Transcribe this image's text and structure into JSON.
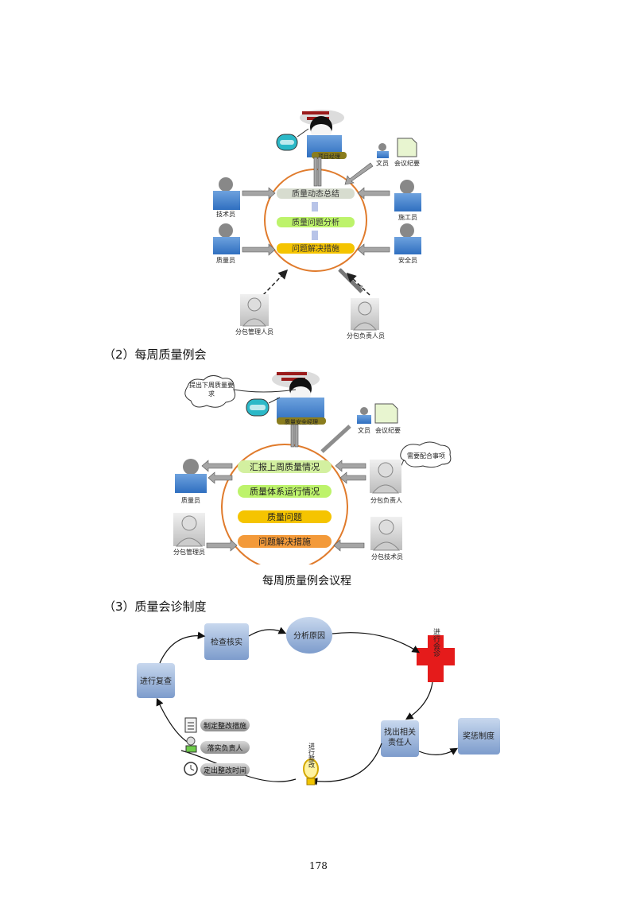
{
  "diagram1": {
    "top_role": "项目经理",
    "agenda": [
      "质量动态总结",
      "质量问题分析",
      "问题解决措施"
    ],
    "roles": {
      "tech": "技术员",
      "quality": "质量员",
      "construction": "施工员",
      "safety": "安全员",
      "clerk": "文员",
      "minutes": "会议纪要",
      "sub_manager": "分包管理人员",
      "sub_responsible": "分包负责人员"
    }
  },
  "section2": {
    "heading": "（2）每周质量例会"
  },
  "diagram2": {
    "top_role": "质量安全经理",
    "bubble_left": "提出下周质量要求",
    "bubble_right": "需要配合事项",
    "agenda": [
      "汇报上周质量情况",
      "质量体系运行情况",
      "质量问题",
      "问题解决措施"
    ],
    "roles": {
      "quality": "质量员",
      "clerk": "文员",
      "minutes": "会议纪要",
      "sub_responsible": "分包负责人",
      "sub_manager": "分包管理员",
      "sub_tech": "分包技术员"
    },
    "caption": "每周质量例会议程"
  },
  "section3": {
    "heading": "（3）质量会诊制度"
  },
  "diagram3": {
    "check": "检查核实",
    "analyze": "分析原因",
    "consult": "进行会诊",
    "find": "找出相关责任人",
    "reward": "奖惩制度",
    "rectify": "进行整改",
    "recheck": "进行复查",
    "measures": "制定整改措施",
    "assign": "落实负责人",
    "deadline": "定出整改时间"
  },
  "page_number": "178"
}
